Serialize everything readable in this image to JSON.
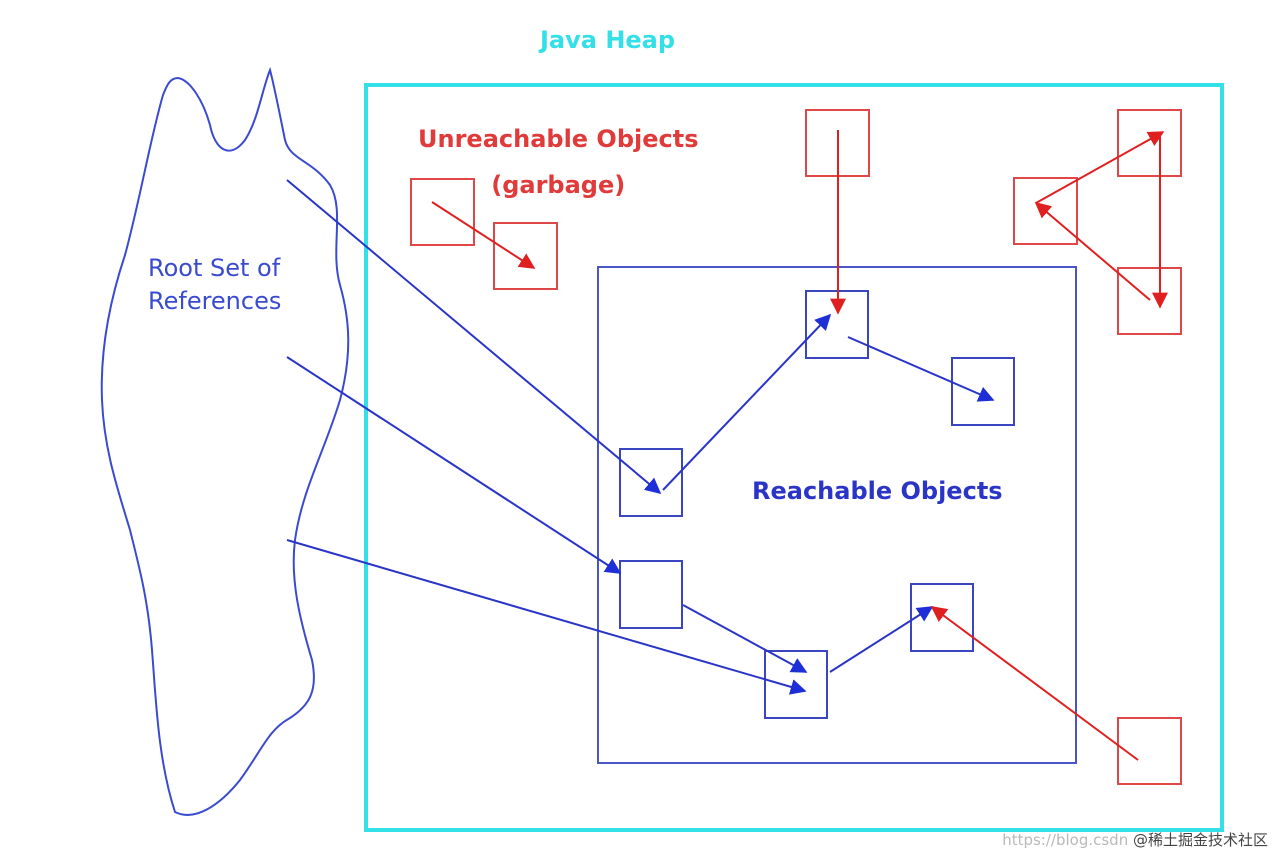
{
  "diagram": {
    "heap_label": "Java Heap",
    "unreachable_label_line1": "Unreachable Objects",
    "unreachable_label_line2": "(garbage)",
    "reachable_label": "Reachable Objects",
    "root_label_line1": "Root Set of",
    "root_label_line2": "References",
    "watermark_url": "https://blog.csdn",
    "watermark_site": "@稀土掘金技术社区"
  },
  "colors": {
    "heap_border": "#33e0e8",
    "reachable": "#2a35c8",
    "unreachable": "#e03a3a",
    "root_outline": "#3a4bd0"
  }
}
